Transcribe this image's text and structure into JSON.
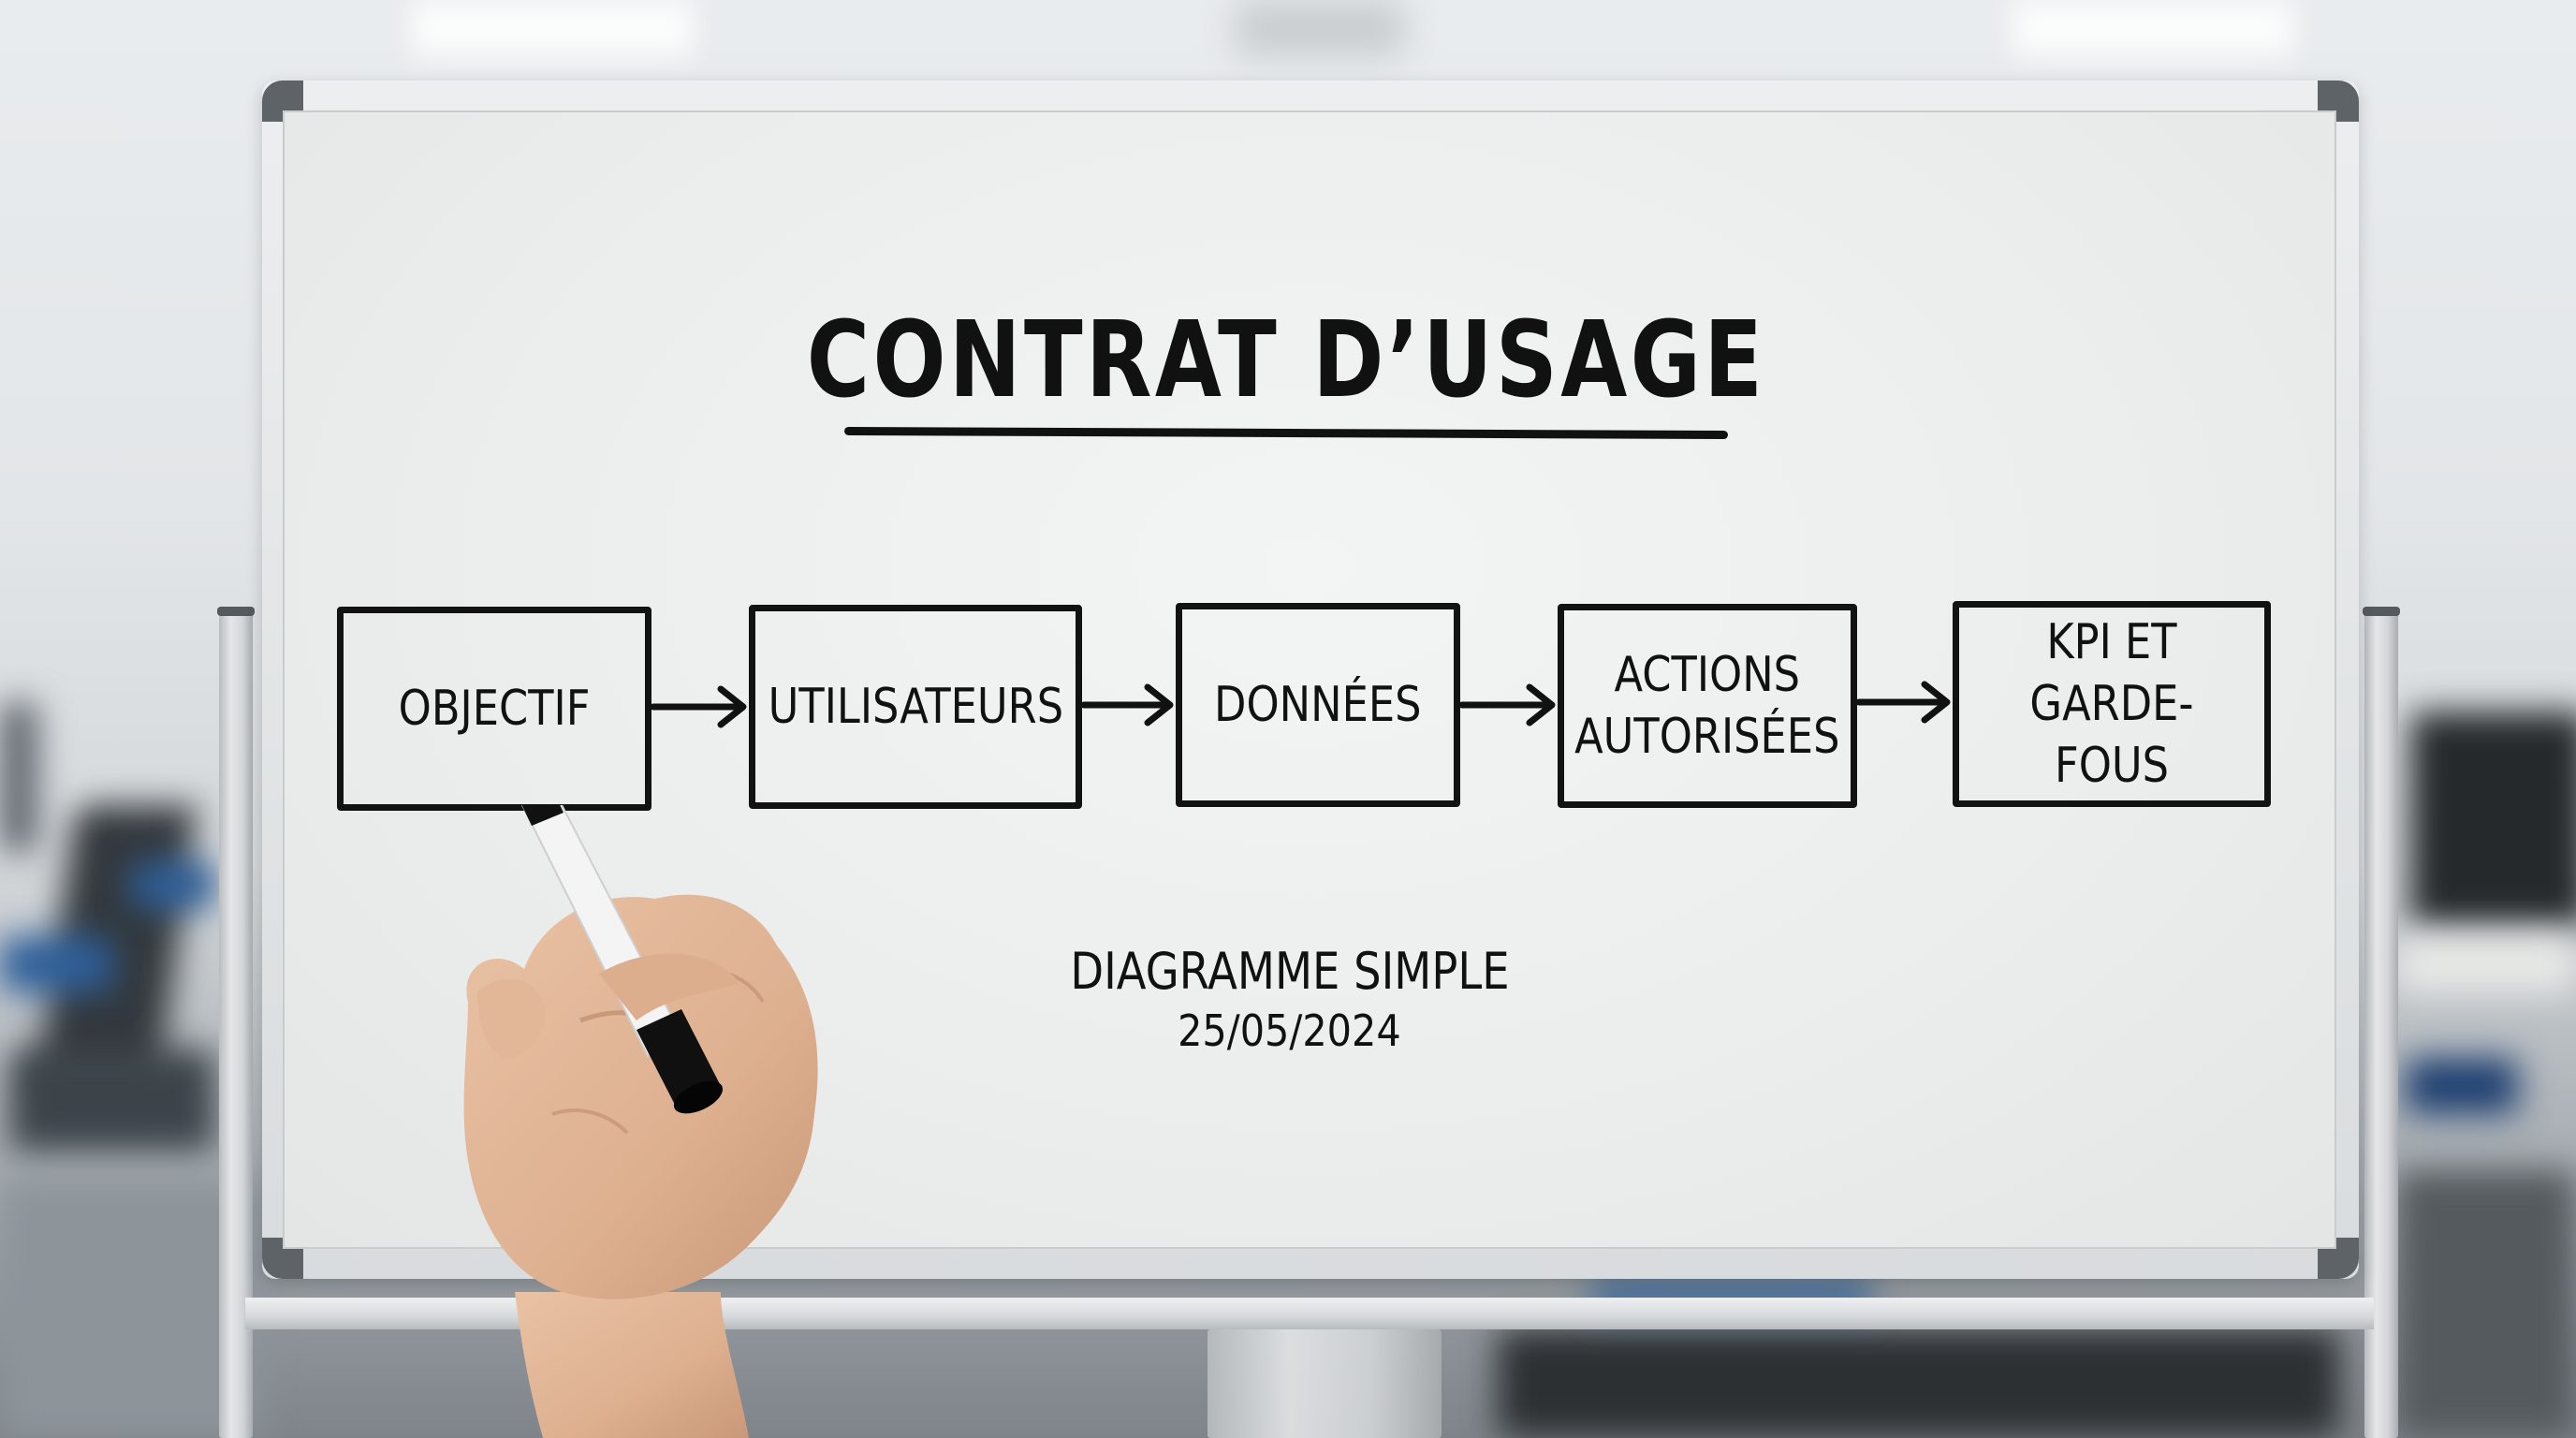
{
  "whiteboard": {
    "title": "CONTRAT D’USAGE",
    "flow": [
      {
        "label": "OBJECTIF"
      },
      {
        "label": "UTILISATEURS"
      },
      {
        "label": "DONNÉES"
      },
      {
        "label": "ACTIONS\nAUTORISÉES"
      },
      {
        "label": "KPI ET\nGARDE-FOUS"
      }
    ],
    "caption": "DIAGRAMME SIMPLE",
    "date": "25/05/2024"
  },
  "scene": {
    "setting": "office",
    "objects": [
      "whiteboard-on-stand",
      "hand-holding-marker",
      "office-chairs",
      "monitors"
    ],
    "colors": {
      "ink": "#111111",
      "board": "#eceeee",
      "frame": "#d9dcde",
      "corner": "#5e6367",
      "chair_seat": "#2e5f99",
      "skin": "#e0b393",
      "marker_body": "#f4f4f4",
      "marker_cap": "#101010"
    }
  }
}
